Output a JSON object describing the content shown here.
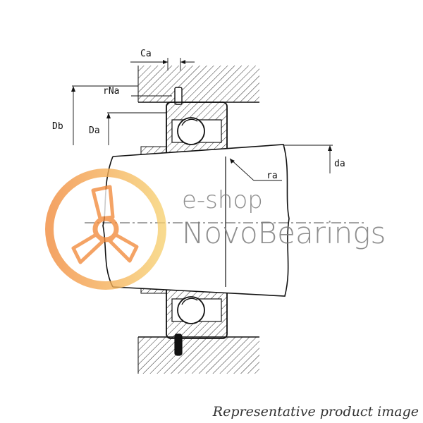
{
  "labels": {
    "ca": "Ca",
    "rna": "rNa",
    "db": "Db",
    "da_upper": "Da",
    "ra": "ra",
    "da_lower": "da"
  },
  "watermark": {
    "line1": "e-shop",
    "line2": "NovoBearings",
    "logo_icon": "bearing-propeller-logo-icon"
  },
  "caption": "Representative product image",
  "colors": {
    "line": "#111111",
    "watermark_text": "#7a7a7a",
    "logo_orange": "#f28a3a",
    "logo_yellow": "#f7d070",
    "caption": "#333333"
  }
}
